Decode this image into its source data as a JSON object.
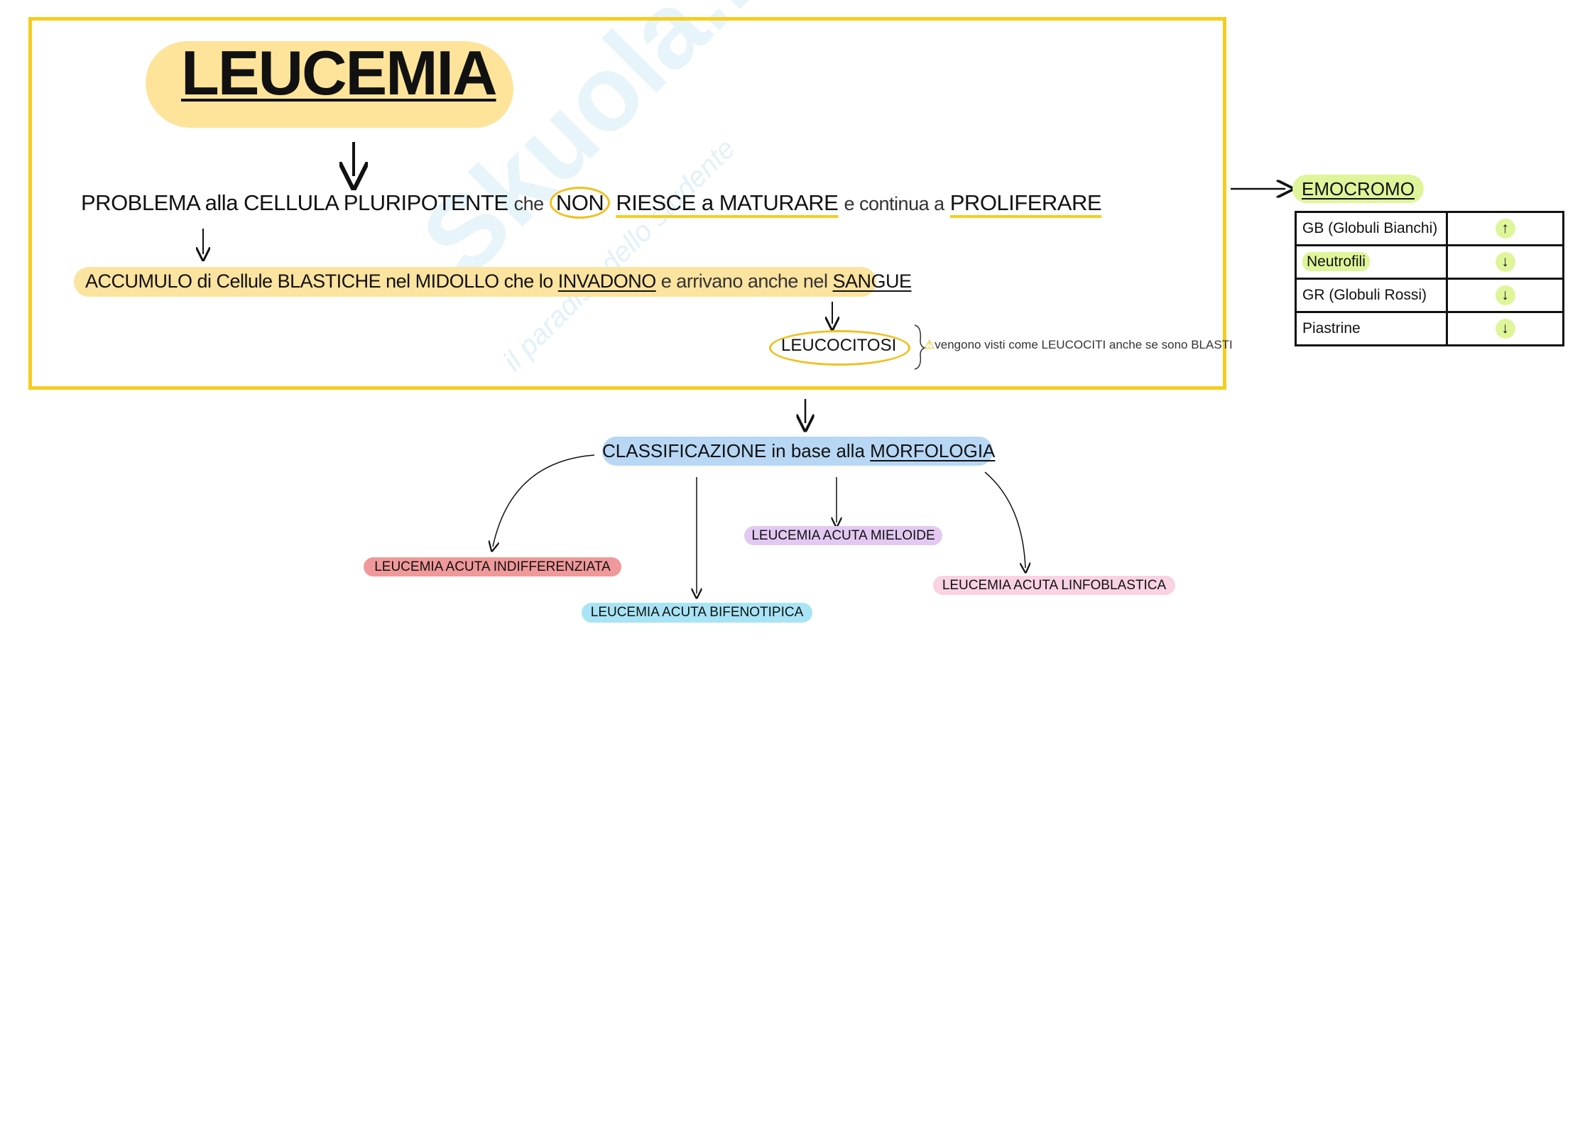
{
  "watermark": {
    "logo": "Skuola.net",
    "tagline": "il paradiso dello studente"
  },
  "title": "LEUCEMIA",
  "line1": {
    "a": "PROBLEMA alla CELLULA PLURIPOTENTE",
    "b": "che",
    "c": "NON",
    "d": "RIESCE a MATURARE",
    "e": "e continua a",
    "f": "PROLIFERARE"
  },
  "line2": {
    "a": "ACCUMULO di Cellule BLASTICHE nel MIDOLLO che lo",
    "b": "INVADONO",
    "c": "e arrivano anche nel",
    "d": "SANGUE"
  },
  "leucocitosi": "LEUCOCITOSI",
  "note": "vengono visti come LEUCOCITI anche se sono BLASTI",
  "emocromo": {
    "title": "EMOCROMO",
    "rows": [
      {
        "label": "GB (Globuli Bianchi)",
        "trend": "↑"
      },
      {
        "label": "Neutrofili",
        "trend": "↓"
      },
      {
        "label": "GR (Globuli Rossi)",
        "trend": "↓"
      },
      {
        "label": "Piastrine",
        "trend": "↓"
      }
    ]
  },
  "classificazione": {
    "a": "CLASSIFICAZIONE in base alla",
    "b": "MORFOLOGIA"
  },
  "types": {
    "indifferenziata": "LEUCEMIA ACUTA INDIFFERENZIATA",
    "bifenotipica": "LEUCEMIA ACUTA BIFENOTIPICA",
    "mieloide": "LEUCEMIA ACUTA MIELOIDE",
    "linfoblastica": "LEUCEMIA ACUTA LINFOBLASTICA"
  },
  "colors": {
    "frame": "#f5cd1f",
    "title_highlight": "#fde49a",
    "emocromo": "#dff59a",
    "classificazione": "#b7d7f5",
    "indifferenziata": "#f0999a",
    "bifenotipica": "#a8e4f5",
    "mieloide": "#e3c9f2",
    "linfoblastica": "#f9d2e4"
  }
}
